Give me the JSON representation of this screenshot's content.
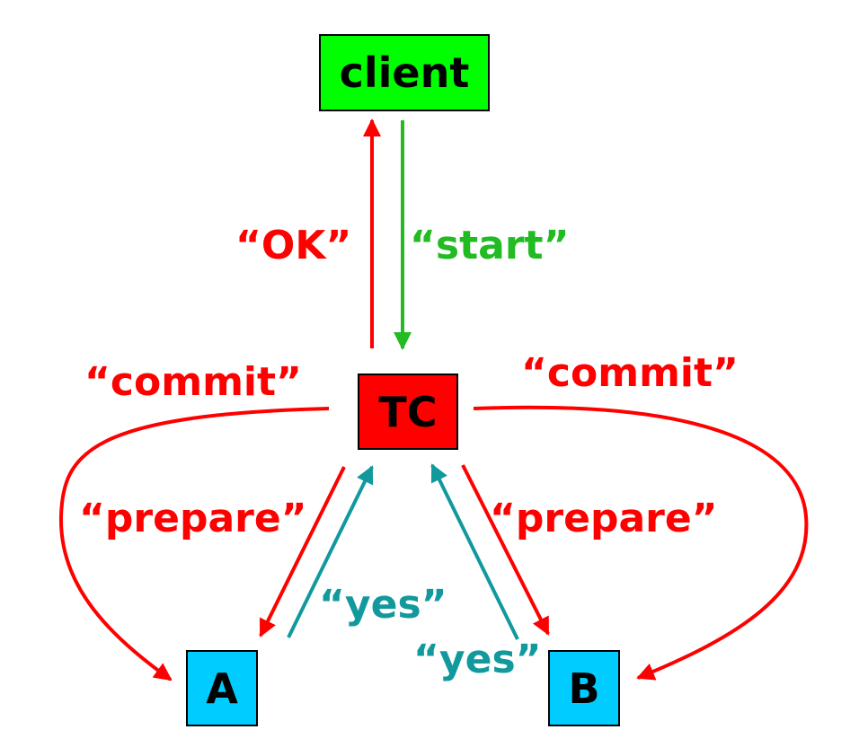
{
  "nodes": {
    "client": {
      "label": "client",
      "color": "#00ff00"
    },
    "tc": {
      "label": "TC",
      "color": "#ff0000"
    },
    "a": {
      "label": "A",
      "color": "#00ccff"
    },
    "b": {
      "label": "B",
      "color": "#00ccff"
    }
  },
  "messages": {
    "ok": {
      "label": "“OK”",
      "color": "#ff0000"
    },
    "start": {
      "label": "“start”",
      "color": "#22bb22"
    },
    "commit_left": {
      "label": "“commit”",
      "color": "#ff0000"
    },
    "commit_right": {
      "label": "“commit”",
      "color": "#ff0000"
    },
    "prepare_left": {
      "label": "“prepare”",
      "color": "#ff0000"
    },
    "prepare_right": {
      "label": "“prepare”",
      "color": "#ff0000"
    },
    "yes_a": {
      "label": "“yes”",
      "color": "#11999e"
    },
    "yes_b": {
      "label": "“yes”",
      "color": "#11999e"
    }
  },
  "edges": [
    {
      "id": "ok",
      "from": "tc",
      "to": "client",
      "message": "ok"
    },
    {
      "id": "start",
      "from": "client",
      "to": "tc",
      "message": "start"
    },
    {
      "id": "commit-left",
      "from": "tc",
      "to": "a",
      "message": "commit_left"
    },
    {
      "id": "commit-right",
      "from": "tc",
      "to": "b",
      "message": "commit_right"
    },
    {
      "id": "prepare-left",
      "from": "tc",
      "to": "a",
      "message": "prepare_left"
    },
    {
      "id": "prepare-right",
      "from": "tc",
      "to": "b",
      "message": "prepare_right"
    },
    {
      "id": "yes-a",
      "from": "a",
      "to": "tc",
      "message": "yes_a"
    },
    {
      "id": "yes-b",
      "from": "b",
      "to": "tc",
      "message": "yes_b"
    }
  ]
}
